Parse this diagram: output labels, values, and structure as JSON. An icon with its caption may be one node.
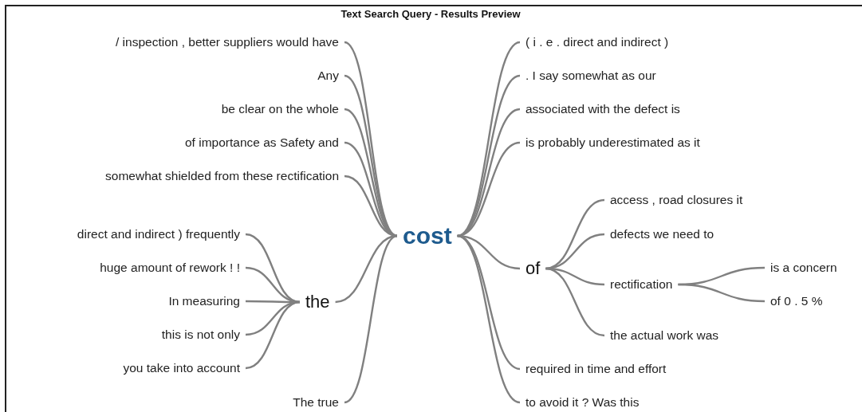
{
  "diagram": {
    "title": "Text Search Query - Results Preview",
    "nodes": [
      {
        "text": [
          "/ inspection , better suppliers would have"
        ]
      },
      {
        "text": [
          "Any"
        ]
      },
      {
        "text": [
          "be clear on the whole"
        ]
      },
      {
        "text": [
          "of importance as Safety and"
        ]
      },
      {
        "text": [
          "somewhat shielded from these rectification"
        ]
      },
      {
        "text": [
          "direct and indirect ) frequently"
        ]
      },
      {
        "text": [
          "huge amount of rework ! !"
        ]
      },
      {
        "text": [
          "In measuring"
        ]
      },
      {
        "text": [
          "this is not only"
        ]
      },
      {
        "text": [
          "you take into account"
        ]
      },
      {
        "text": [
          "the"
        ]
      },
      {
        "text": [
          "The true"
        ]
      },
      {
        "text": [
          "cost"
        ]
      },
      {
        "text": [
          "( i . e . direct and indirect )"
        ]
      },
      {
        "text": [
          ". I say somewhat as our"
        ]
      },
      {
        "text": [
          "associated with the defect is"
        ]
      },
      {
        "text": [
          "is probably underestimated as it"
        ]
      },
      {
        "text": [
          "of"
        ]
      },
      {
        "text": [
          "access , road closures it"
        ]
      },
      {
        "text": [
          "defects we need to"
        ]
      },
      {
        "text": [
          "rectification"
        ]
      },
      {
        "text": [
          "is a concern"
        ]
      },
      {
        "text": [
          "of 0 . 5 %"
        ]
      },
      {
        "text": [
          "the actual work was"
        ]
      },
      {
        "text": [
          "required in time and effort"
        ]
      },
      {
        "text": [
          "to avoid it ? Was this"
        ]
      }
    ],
    "edges": [
      {
        "from": 0,
        "to": 12,
        "arrow": "none"
      },
      {
        "from": 1,
        "to": 12,
        "arrow": "none"
      },
      {
        "from": 2,
        "to": 12,
        "arrow": "none"
      },
      {
        "from": 3,
        "to": 12,
        "arrow": "none"
      },
      {
        "from": 4,
        "to": 12,
        "arrow": "none"
      },
      {
        "from": 5,
        "to": 10,
        "arrow": "none"
      },
      {
        "from": 6,
        "to": 10,
        "arrow": "none"
      },
      {
        "from": 7,
        "to": 10,
        "arrow": "none"
      },
      {
        "from": 8,
        "to": 10,
        "arrow": "none"
      },
      {
        "from": 9,
        "to": 10,
        "arrow": "none"
      },
      {
        "from": 10,
        "to": 12,
        "arrow": "none"
      },
      {
        "from": 11,
        "to": 12,
        "arrow": "none"
      },
      {
        "from": 12,
        "to": 13,
        "arrow": "none"
      },
      {
        "from": 12,
        "to": 14,
        "arrow": "none"
      },
      {
        "from": 12,
        "to": 15,
        "arrow": "none"
      },
      {
        "from": 12,
        "to": 16,
        "arrow": "none"
      },
      {
        "from": 12,
        "to": 17,
        "arrow": "none"
      },
      {
        "from": 12,
        "to": 24,
        "arrow": "none"
      },
      {
        "from": 12,
        "to": 25,
        "arrow": "none"
      },
      {
        "from": 17,
        "to": 18,
        "arrow": "none"
      },
      {
        "from": 17,
        "to": 19,
        "arrow": "none"
      },
      {
        "from": 17,
        "to": 20,
        "arrow": "none"
      },
      {
        "from": 17,
        "to": 23,
        "arrow": "none"
      },
      {
        "from": 20,
        "to": 21,
        "arrow": "none"
      },
      {
        "from": 20,
        "to": 22,
        "arrow": "none"
      }
    ]
  }
}
